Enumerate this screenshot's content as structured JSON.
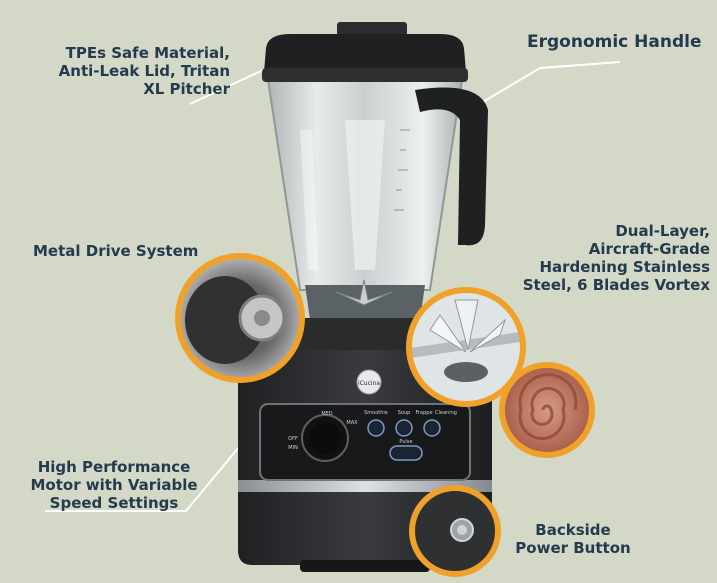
{
  "callouts": {
    "lid": [
      "TPEs Safe Material,",
      "Anti-Leak Lid, Tritan",
      "XL Pitcher"
    ],
    "handle": [
      "Ergonomic Handle"
    ],
    "drive": [
      "Metal Drive System"
    ],
    "blades": [
      "Dual-Layer,",
      "Aircraft-Grade",
      "Hardening Stainless",
      "Steel, 6 Blades Vortex"
    ],
    "motor": [
      "High Performance",
      "Motor with Variable",
      "Speed Settings"
    ],
    "power": [
      "Backside",
      "Power Button"
    ]
  },
  "panel": {
    "brand": "iCucina",
    "dial_label": "MED",
    "dial_off": "OFF",
    "dial_min": "MIN",
    "dial_max": "MAX",
    "program_buttons": [
      "Smoothie",
      "Soup",
      "Frappe",
      "Cleaning"
    ],
    "pulse_label": "Pulse"
  },
  "colors": {
    "background": "#d3d9c6",
    "callout_text": "#243a4e",
    "ring": "#f0a12a",
    "body": "#2a2b2d",
    "lid": "#1f2022"
  }
}
